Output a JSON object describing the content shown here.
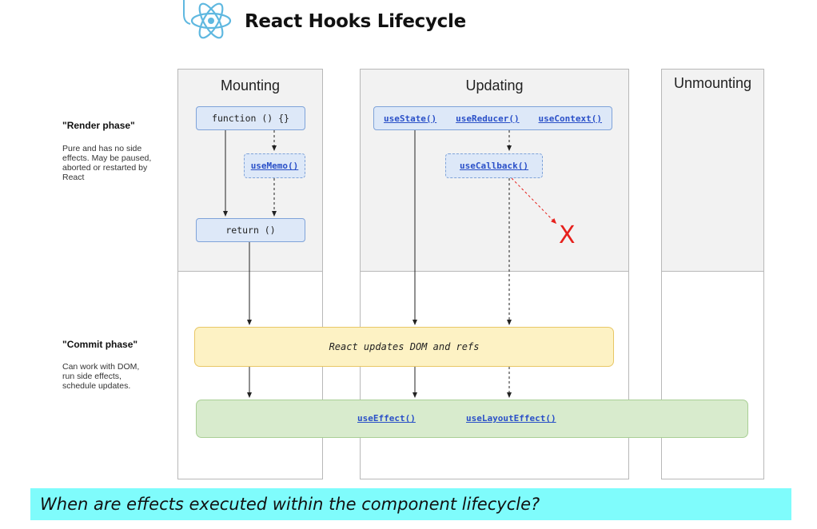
{
  "title": "React Hooks Lifecycle",
  "columns": {
    "mounting": "Mounting",
    "updating": "Updating",
    "unmounting": "Unmounting"
  },
  "render_phase": {
    "title": "\"Render phase\"",
    "description": "Pure and has no side effects. May be paused, aborted or restarted by React"
  },
  "commit_phase": {
    "title": "\"Commit phase\"",
    "description": "Can work with DOM, run side effects, schedule updates."
  },
  "nodes": {
    "function": "function () {}",
    "use_memo": "useMemo()",
    "return": "return ()",
    "use_state": "useState()",
    "use_reducer": "useReducer()",
    "use_context": "useContext()",
    "use_callback": "useCallback()",
    "cross": "X"
  },
  "commit_bar": "React updates DOM and refs",
  "effects": {
    "use_effect": "useEffect()",
    "use_layout_effect": "useLayoutEffect()"
  },
  "caption": "When are effects executed within the component lifecycle?",
  "colors": {
    "node_fill": "#dde8f8",
    "node_border": "#7fa3d9",
    "link": "#2a50c8",
    "commit_fill": "#fdf2c4",
    "effect_fill": "#d8ebcd",
    "cross": "#e6201c",
    "caption_bg": "#7ffcfc",
    "react_logo": "#5fb8e0"
  },
  "icons": [
    "react-logo-icon",
    "cross-icon"
  ]
}
